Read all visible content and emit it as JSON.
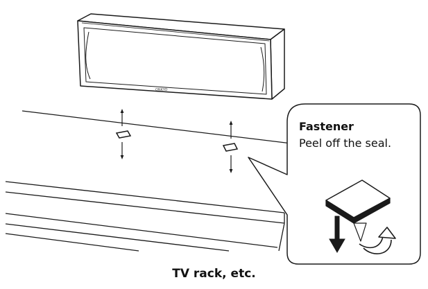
{
  "callout": {
    "title": "Fastener",
    "instruction": "Peel off the seal."
  },
  "caption": "TV rack, etc.",
  "colors": {
    "line": "#1a1a1a",
    "fastener_face": "#ffffff",
    "fastener_edge": "#1a1a1a"
  },
  "icons": {
    "push_down": "down-arrow-icon",
    "peel": "curved-arrow-icon",
    "move_up_down": "double-arrow-icon"
  }
}
